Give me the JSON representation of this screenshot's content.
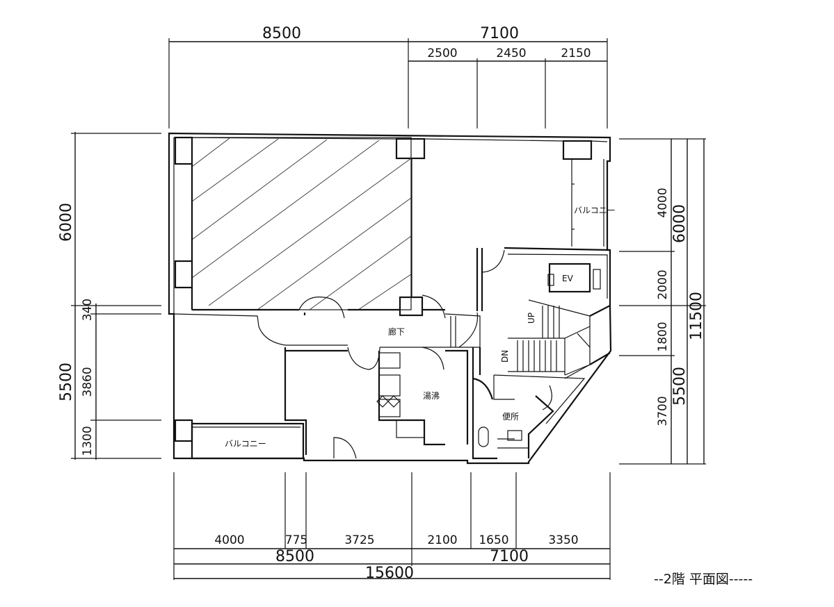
{
  "drawing": {
    "title": "--2階 平面図-----",
    "dimensions": {
      "top_overall_left": "8500",
      "top_overall_right": "7100",
      "top_sub_1": "2500",
      "top_sub_2": "2450",
      "top_sub_3": "2150",
      "left_upper": "6000",
      "left_lower": "5500",
      "left_sub_340": "340",
      "left_sub_3860": "3860",
      "left_sub_1300": "1300",
      "right_4000": "4000",
      "right_6000": "6000",
      "right_2000": "2000",
      "right_1800": "1800",
      "right_3700": "3700",
      "right_5500": "5500",
      "right_11500": "11500",
      "bottom_4000": "4000",
      "bottom_775": "775",
      "bottom_3725": "3725",
      "bottom_2100": "2100",
      "bottom_1650": "1650",
      "bottom_3350": "3350",
      "bottom_mid_left": "8500",
      "bottom_mid_right": "7100",
      "bottom_total": "15600"
    },
    "rooms": {
      "balcony_top": "バルコニー",
      "balcony_bottom": "バルコニー",
      "corridor": "廊下",
      "kitchen": "湯沸",
      "toilet": "便所",
      "elevator": "EV",
      "stair_up": "UP",
      "stair_down": "DN"
    }
  }
}
